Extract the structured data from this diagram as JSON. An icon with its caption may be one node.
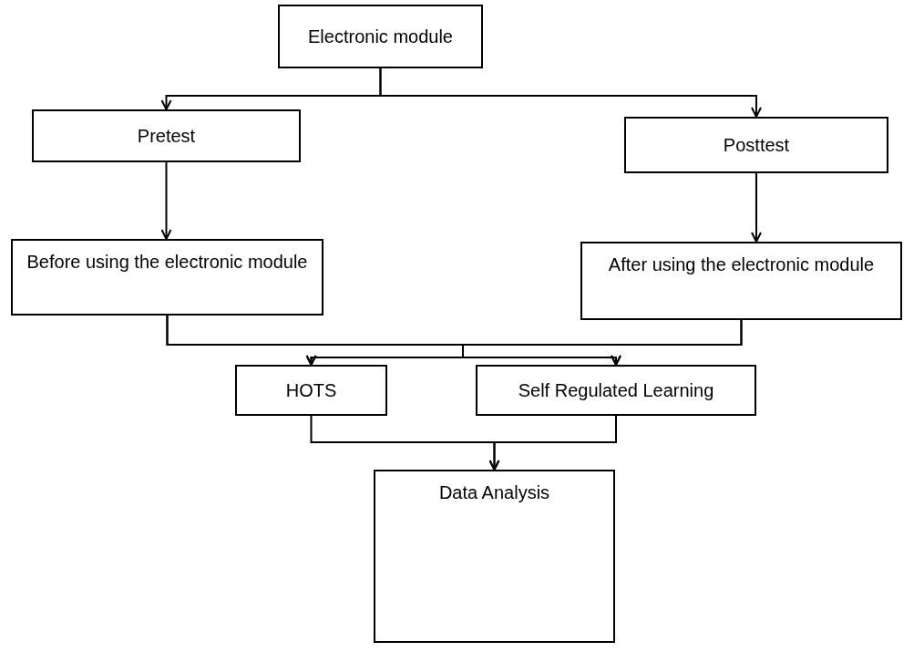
{
  "diagram": {
    "nodes": [
      {
        "text": [
          "Electronic module"
        ]
      },
      {
        "text": [
          "Pretest"
        ]
      },
      {
        "text": [
          "Posttest"
        ]
      },
      {
        "text": [
          "Before using the electronic module"
        ]
      },
      {
        "text": [
          "After using the electronic module"
        ]
      },
      {
        "text": [
          "HOTS"
        ]
      },
      {
        "text": [
          "Self Regulated Learning"
        ]
      },
      {
        "text": [
          "Data Analysis"
        ]
      }
    ],
    "edges": [
      {
        "from": 0,
        "to": 1,
        "arrow": "to"
      },
      {
        "from": 0,
        "to": 2,
        "arrow": "to"
      },
      {
        "from": 1,
        "to": 3,
        "arrow": "to"
      },
      {
        "from": 2,
        "to": 4,
        "arrow": "to"
      },
      {
        "from": 3,
        "to": 5,
        "arrow": "to"
      },
      {
        "from": 3,
        "to": 6,
        "arrow": "to"
      },
      {
        "from": 4,
        "to": 5,
        "arrow": "to"
      },
      {
        "from": 4,
        "to": 6,
        "arrow": "to"
      },
      {
        "from": 5,
        "to": 7,
        "arrow": "to"
      },
      {
        "from": 6,
        "to": 7,
        "arrow": "to"
      }
    ]
  }
}
